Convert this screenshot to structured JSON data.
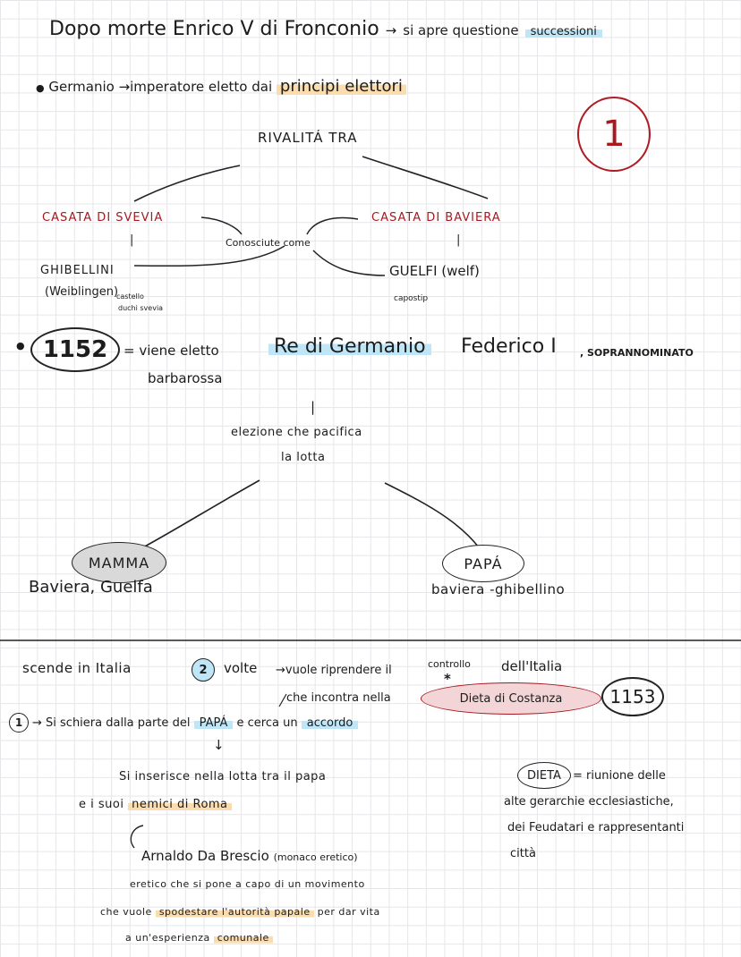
{
  "header": {
    "line1_a": "Dopo morte Enrico V di Fronconio",
    "line1_arrow": "→",
    "line1_b": "si apre questione",
    "line1_c": "successioni",
    "line2_a": "Germanio →imperatore eletto dai",
    "line2_b": "principi elettori",
    "page_number": "1"
  },
  "rivalry": {
    "title": "RIVALITÁ TRA",
    "left_house": "CASATA DI SVEVIA",
    "right_house": "CASATA DI BAVIERA",
    "left_tick": "|",
    "right_tick": "|",
    "known_as": "Conosciute come",
    "left_faction": "GHIBELLINI",
    "left_origin": "(Weiblingen)",
    "left_note1": "castello",
    "left_note2": "duchi svevia",
    "right_faction": "GUELFI (welf)",
    "right_note": "capostip"
  },
  "election": {
    "year": "1152",
    "text_a": "= viene eletto",
    "text_b": "Re di Germanio",
    "text_c": "Federico I",
    "text_d": ", SOPRANNOMINATO",
    "nickname": "barbarossa",
    "pipe": "|",
    "line_a": "elezione che pacifica",
    "line_b": "la lotta",
    "mother_label": "MAMMA",
    "mother_note": "Baviera, Guelfa",
    "father_label": "PAPÁ",
    "father_note": "baviera -ghibellino"
  },
  "italy": {
    "line1_a": "scende in Italia",
    "visits": "2",
    "line1_b": "volte",
    "line1_c": "→vuole riprendere il",
    "line1_d": "controllo",
    "line1_e": "dell'Italia",
    "star": "*",
    "meets_a": "che incontra nella",
    "diet": "Dieta di Costanza",
    "diet_year": "1153",
    "step_num": "1",
    "step_a": "→ Si schiera dalla parte del",
    "step_b": "PAPÁ",
    "step_c": "e cerca un",
    "step_d": "accordo",
    "down_arrow": "↓",
    "fight_a": "Si inserisce nella lotta tra il papa",
    "fight_b": "e i suoi",
    "fight_c": "nemici di Roma",
    "arnaldo_a": "Arnaldo Da Brescio",
    "arnaldo_b": "(monaco eretico)",
    "heretic_1": "eretico che si pone a capo di un movimento",
    "heretic_2a": "che vuole",
    "heretic_2b": "spodestare l'autorità papale",
    "heretic_2c": "per dar vita",
    "heretic_3a": "a un'esperienza",
    "heretic_3b": "comunale"
  },
  "dieta_def": {
    "term": "DIETA",
    "def1": "= riunione delle",
    "def2": "alte gerarchie ecclesiastiche,",
    "def3": "dei Feudatari e rappresentanti",
    "def4": "città"
  }
}
